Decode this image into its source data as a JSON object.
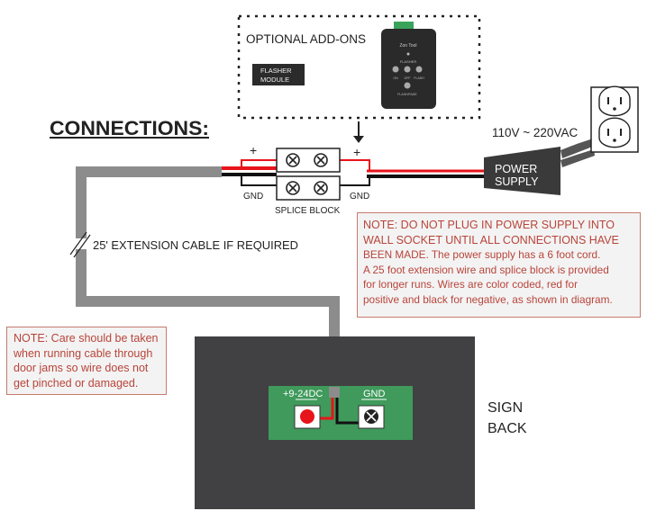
{
  "title": "CONNECTIONS:",
  "optional_addons": {
    "label": "OPTIONAL ADD-ONS",
    "flasher_module_lines": [
      "FLASHER",
      "MODULE"
    ],
    "remote": {
      "header": "Zon Tool",
      "sub_label": "FLASHER",
      "button_labels": [
        "ON",
        "OFF",
        "FLASH"
      ],
      "footer_label": "FLASH/FADE"
    }
  },
  "power": {
    "voltage_label": "110V ~ 220VAC",
    "supply_lines": [
      "POWER",
      "SUPPLY"
    ]
  },
  "splice": {
    "label": "SPLICE BLOCK",
    "plus_left": "+",
    "plus_right": "+",
    "gnd_left": "GND",
    "gnd_right": "GND"
  },
  "extension_label": "25' EXTENSION CABLE IF REQUIRED",
  "note_power": [
    "NOTE: DO NOT PLUG IN POWER SUPPLY INTO",
    "WALL SOCKET UNTIL ALL CONNECTIONS HAVE",
    "BEEN MADE.  The power supply has a 6 foot cord.",
    "A 25 foot extension wire and splice block is provided",
    "for longer runs.  Wires are color coded, red for",
    "positive and black for negative, as shown in diagram."
  ],
  "note_cable": [
    "NOTE: Care should be taken",
    "when running cable through",
    "door jams so wire does not",
    "get pinched or damaged."
  ],
  "terminal": {
    "positive_label": "+9-24DC",
    "ground_label": "GND"
  },
  "sign_back_lines": [
    "SIGN",
    "BACK"
  ],
  "colors": {
    "wire_positive": "#e8141b",
    "wire_negative": "#111111",
    "cable_gray": "#8c8c8c",
    "sign_back": "#414042",
    "terminal_board": "#3f9a5b",
    "note_text": "#b8443a"
  }
}
